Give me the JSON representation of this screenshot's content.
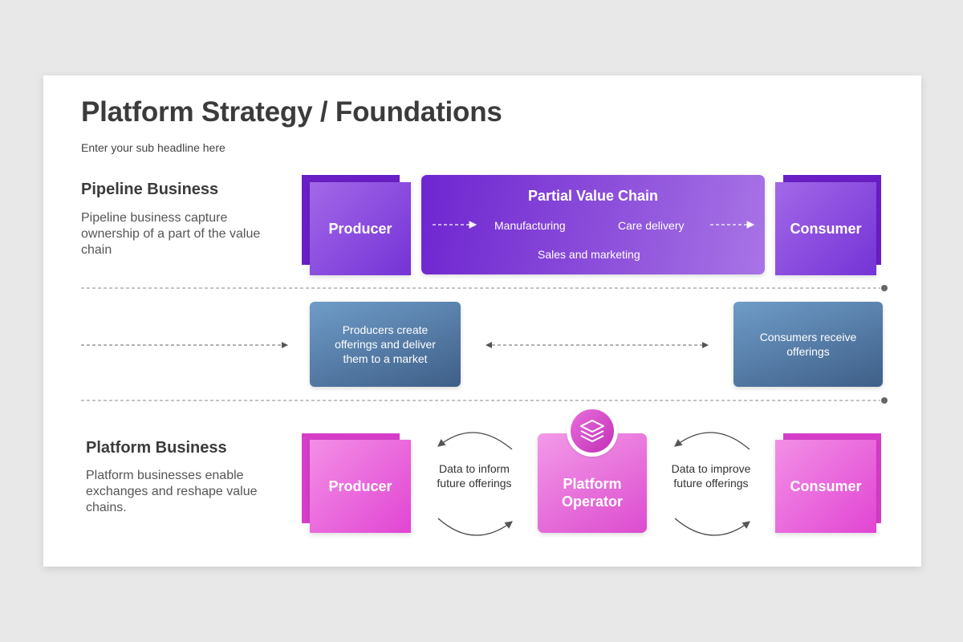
{
  "slide": {
    "title": "Platform Strategy / Foundations",
    "subtitle": "Enter your sub headline here"
  },
  "pipeline": {
    "heading": "Pipeline Business",
    "description": "Pipeline business capture ownership of a part of the value chain",
    "producer": "Producer",
    "consumer": "Consumer",
    "value_chain": {
      "title": "Partial Value Chain",
      "items": [
        "Manufacturing",
        "Care delivery",
        "Sales and marketing"
      ]
    }
  },
  "middle": {
    "producers_text": "Producers create offerings and deliver them to a market",
    "consumers_text": "Consumers receive offerings"
  },
  "platform": {
    "heading": "Platform Business",
    "description": "Platform businesses enable exchanges and reshape value chains.",
    "producer": "Producer",
    "operator": "Platform Operator",
    "consumer": "Consumer",
    "left_loop": "Data to inform future offerings",
    "right_loop": "Data to improve future offerings",
    "operator_icon": "layers-icon"
  },
  "colors": {
    "purple": "#7433d6",
    "pink": "#e145d3",
    "steel_blue": "#4f73a0",
    "title": "#3b3b3b"
  }
}
